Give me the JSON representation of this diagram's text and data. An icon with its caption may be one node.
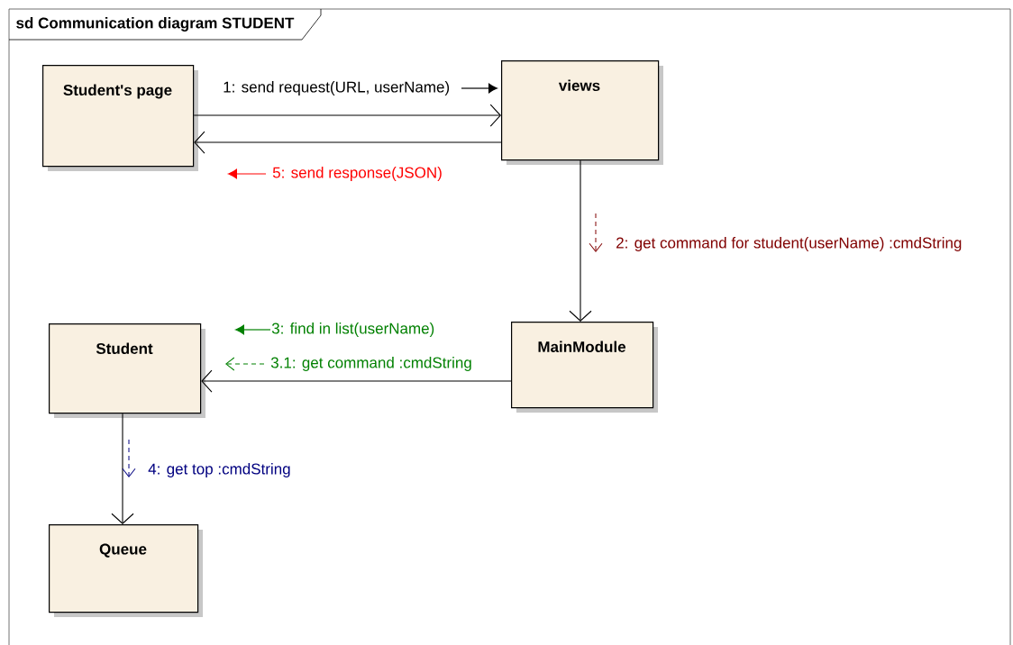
{
  "diagram": {
    "title": "sd Communication diagram STUDENT",
    "nodes": [
      {
        "text": [
          "Student's page"
        ]
      },
      {
        "text": [
          "views"
        ]
      },
      {
        "text": [
          "MainModule"
        ]
      },
      {
        "text": [
          "Student"
        ]
      },
      {
        "text": [
          "Queue"
        ]
      }
    ],
    "edges": [
      {
        "from": 0,
        "to": 1,
        "arrow": "to"
      },
      {
        "from": 1,
        "to": 0,
        "arrow": "to"
      },
      {
        "from": 1,
        "to": 2,
        "arrow": "to"
      },
      {
        "from": 2,
        "to": 3,
        "arrow": "to"
      },
      {
        "from": 3,
        "to": 4,
        "arrow": "to"
      }
    ],
    "labels": [
      "1: send request(URL, userName)",
      "5: send response(JSON)",
      "2: get command for student(userName) :cmdString",
      "3: find in list(userName)",
      "3.1: get command :cmdString",
      "4: get top :cmdString"
    ]
  }
}
